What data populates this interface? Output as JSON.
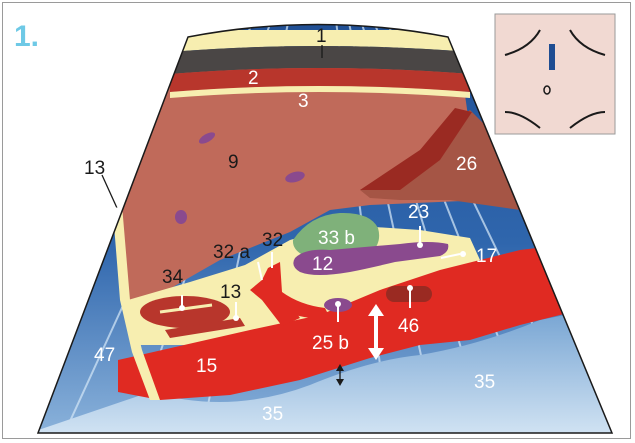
{
  "figure": {
    "number": "1.",
    "colors": {
      "skin": "#f7eeb0",
      "fascia": "#4a4645",
      "muscle": "#b8362c",
      "liver": "#c06a5a",
      "vessel_red": "#e02a22",
      "dark_red": "#9a2a22",
      "blue_deep": "#1f4d92",
      "blue_light": "#bcd6ee",
      "purple": "#8a4a8e",
      "green": "#7fb17a",
      "figure_number": "#6ec9e6"
    },
    "inset_icon": "abdomen-probe-position-icon",
    "labels": {
      "l1": "1",
      "l2": "2",
      "l3": "3",
      "l9": "9",
      "l13_upper": "13",
      "l13_lower": "13",
      "l26": "26",
      "l23": "23",
      "l33b": "33 b",
      "l12": "12",
      "l17": "17",
      "l32": "32",
      "l32a": "32 a",
      "l34": "34",
      "l46": "46",
      "l25b": "25 b",
      "l15": "15",
      "l47": "47",
      "l35_right": "35",
      "l35_bottom": "35"
    }
  }
}
